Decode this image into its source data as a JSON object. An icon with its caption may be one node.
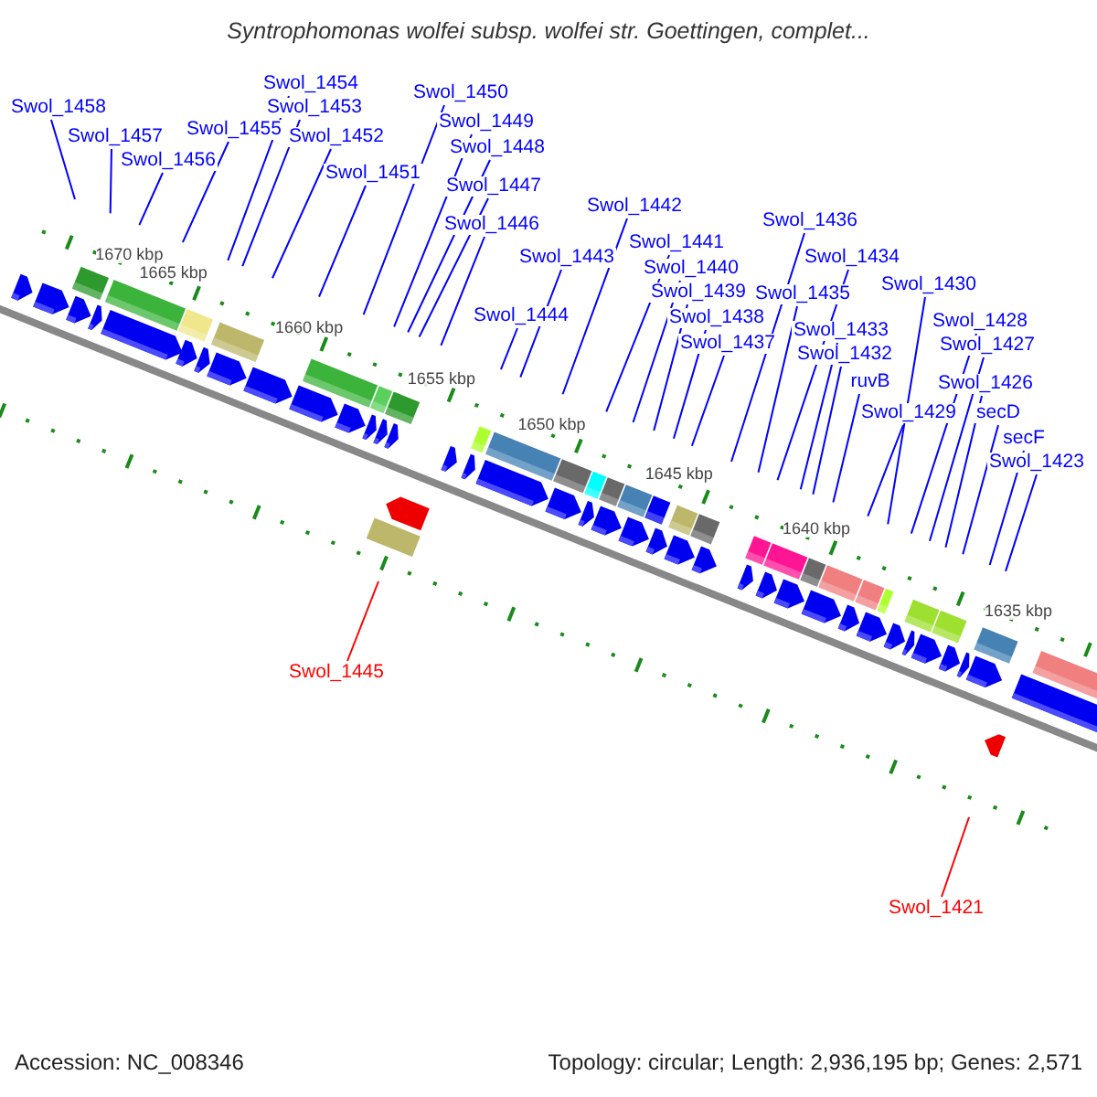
{
  "diagram": {
    "title": "Syntrophomonas wolfei subsp. wolfei str. Goettingen, complet...",
    "nodes": [
      {
        "text": [
          "Swol_1458"
        ]
      },
      {
        "text": [
          "Swol_1454"
        ]
      },
      {
        "text": [
          "Swol_1450"
        ]
      },
      {
        "text": [
          "Swol_1453"
        ]
      },
      {
        "text": [
          "Swol_1449"
        ]
      },
      {
        "text": [
          "Swol_1457"
        ]
      },
      {
        "text": [
          "Swol_1455"
        ]
      },
      {
        "text": [
          "Swol_1452"
        ]
      },
      {
        "text": [
          "Swol_1448"
        ]
      },
      {
        "text": [
          "Swol_1456"
        ]
      },
      {
        "text": [
          "Swol_1451"
        ]
      },
      {
        "text": [
          "Swol_1447"
        ]
      },
      {
        "text": [
          "Swol_1442"
        ]
      },
      {
        "text": [
          "Swol_1436"
        ]
      },
      {
        "text": [
          "Swol_1446"
        ]
      },
      {
        "text": [
          "Swol_1441"
        ]
      },
      {
        "text": [
          "Swol_1443"
        ]
      },
      {
        "text": [
          "Swol_1434"
        ]
      },
      {
        "text": [
          "Swol_1440"
        ]
      },
      {
        "text": [
          "Swol_1430"
        ]
      },
      {
        "text": [
          "Swol_1439"
        ]
      },
      {
        "text": [
          "Swol_1435"
        ]
      },
      {
        "text": [
          "Swol_1444"
        ]
      },
      {
        "text": [
          "Swol_1438"
        ]
      },
      {
        "text": [
          "Swol_1428"
        ]
      },
      {
        "text": [
          "Swol_1433"
        ]
      },
      {
        "text": [
          "Swol_1437"
        ]
      },
      {
        "text": [
          "Swol_1427"
        ]
      },
      {
        "text": [
          "Swol_1432"
        ]
      },
      {
        "text": [
          "ruvB"
        ]
      },
      {
        "text": [
          "Swol_1426"
        ]
      },
      {
        "text": [
          "Swol_1429"
        ]
      },
      {
        "text": [
          "secD"
        ]
      },
      {
        "text": [
          "secF"
        ]
      },
      {
        "text": [
          "Swol_1423"
        ]
      },
      {
        "text": [
          "Swol_1445"
        ]
      },
      {
        "text": [
          "Swol_1421"
        ]
      }
    ],
    "edges": [
      {
        "from": 0,
        "to": null,
        "arrow": "none"
      },
      {
        "from": 1,
        "to": null,
        "arrow": "none"
      },
      {
        "from": 2,
        "to": null,
        "arrow": "none"
      },
      {
        "from": 3,
        "to": null,
        "arrow": "none"
      },
      {
        "from": 4,
        "to": null,
        "arrow": "none"
      },
      {
        "from": 5,
        "to": null,
        "arrow": "none"
      },
      {
        "from": 6,
        "to": null,
        "arrow": "none"
      },
      {
        "from": 7,
        "to": null,
        "arrow": "none"
      },
      {
        "from": 8,
        "to": null,
        "arrow": "none"
      },
      {
        "from": 9,
        "to": null,
        "arrow": "none"
      },
      {
        "from": 10,
        "to": null,
        "arrow": "none"
      },
      {
        "from": 11,
        "to": null,
        "arrow": "none"
      },
      {
        "from": 12,
        "to": null,
        "arrow": "none"
      },
      {
        "from": 13,
        "to": null,
        "arrow": "none"
      },
      {
        "from": 14,
        "to": null,
        "arrow": "none"
      },
      {
        "from": 15,
        "to": null,
        "arrow": "none"
      },
      {
        "from": 16,
        "to": null,
        "arrow": "none"
      },
      {
        "from": 17,
        "to": null,
        "arrow": "none"
      },
      {
        "from": 18,
        "to": null,
        "arrow": "none"
      },
      {
        "from": 19,
        "to": null,
        "arrow": "none"
      },
      {
        "from": 20,
        "to": null,
        "arrow": "none"
      },
      {
        "from": 21,
        "to": null,
        "arrow": "none"
      },
      {
        "from": 22,
        "to": null,
        "arrow": "none"
      },
      {
        "from": 23,
        "to": null,
        "arrow": "none"
      },
      {
        "from": 24,
        "to": null,
        "arrow": "none"
      },
      {
        "from": 25,
        "to": null,
        "arrow": "none"
      },
      {
        "from": 26,
        "to": null,
        "arrow": "none"
      },
      {
        "from": 27,
        "to": null,
        "arrow": "none"
      },
      {
        "from": 28,
        "to": null,
        "arrow": "none"
      },
      {
        "from": 29,
        "to": null,
        "arrow": "none"
      },
      {
        "from": 30,
        "to": null,
        "arrow": "none"
      },
      {
        "from": 31,
        "to": null,
        "arrow": "none"
      },
      {
        "from": 32,
        "to": null,
        "arrow": "none"
      },
      {
        "from": 33,
        "to": null,
        "arrow": "none"
      },
      {
        "from": 34,
        "to": null,
        "arrow": "none"
      },
      {
        "from": 35,
        "to": null,
        "arrow": "none",
        "color": "#ff0000"
      },
      {
        "from": 36,
        "to": null,
        "arrow": "none",
        "color": "#ff0000"
      }
    ],
    "labels": [
      "1670 kbp",
      "1665 kbp",
      "1660 kbp",
      "1655 kbp",
      "1650 kbp",
      "1645 kbp",
      "1640 kbp",
      "1635 kbp",
      "Accession: NC_008346",
      "Topology: circular; Length: 2,936,195 bp; Genes: 2,571"
    ]
  }
}
